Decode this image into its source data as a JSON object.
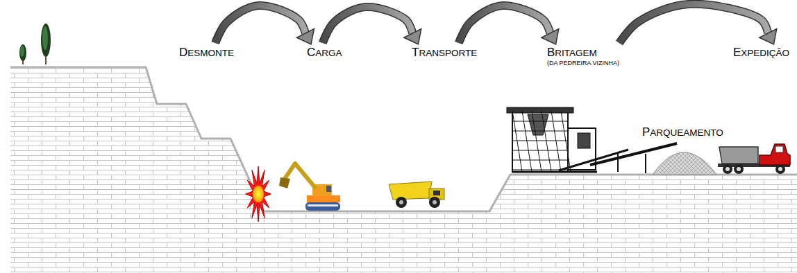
{
  "diagram": {
    "nodes": [
      {
        "text": [
          "DESMONTE"
        ]
      },
      {
        "text": [
          "CARGA"
        ]
      },
      {
        "text": [
          "TRANSPORTE"
        ]
      },
      {
        "text": [
          "BRITAGEM",
          "(DA PEDREIRA VIZINHA)"
        ]
      },
      {
        "text": [
          "EXPEDIÇÃO"
        ]
      }
    ],
    "edges": [
      {
        "from": 0,
        "to": 1,
        "arrow": "to"
      },
      {
        "from": 1,
        "to": 2,
        "arrow": "to"
      },
      {
        "from": 2,
        "to": 3,
        "arrow": "to"
      },
      {
        "from": 3,
        "to": 4,
        "arrow": "to"
      }
    ],
    "labels": [
      "PARQUEAMENTO"
    ]
  }
}
